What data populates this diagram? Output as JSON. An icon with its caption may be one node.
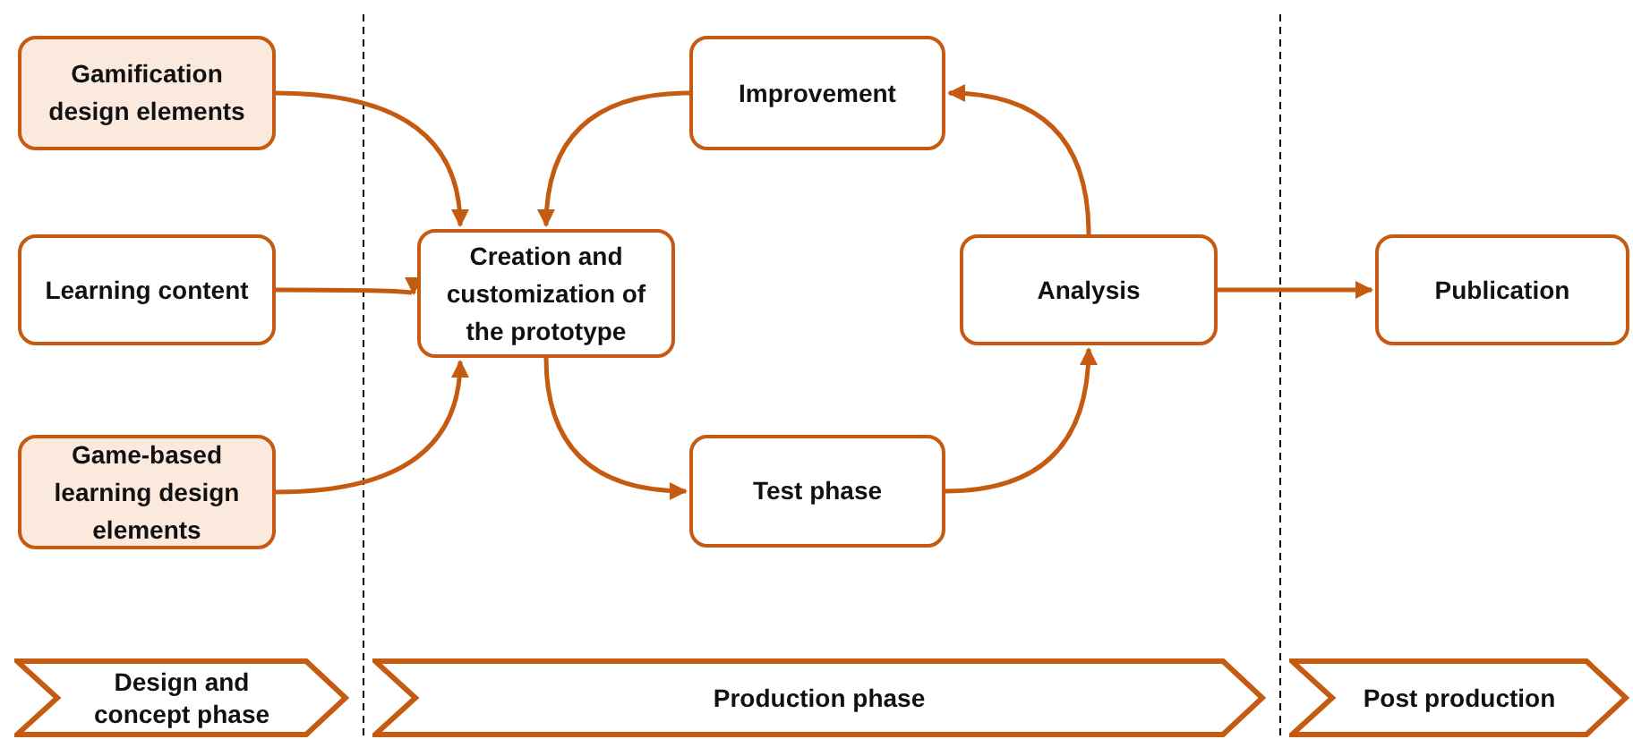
{
  "diagram": {
    "nodes": [
      {
        "text": [
          "Gamification design elements"
        ]
      },
      {
        "text": [
          "Learning content"
        ]
      },
      {
        "text": [
          "Game-based learning design elements"
        ]
      },
      {
        "text": [
          "Creation and customization of the prototype"
        ]
      },
      {
        "text": [
          "Improvement"
        ]
      },
      {
        "text": [
          "Test phase"
        ]
      },
      {
        "text": [
          "Analysis"
        ]
      },
      {
        "text": [
          "Publication"
        ]
      },
      {
        "text": [
          "Design and concept phase"
        ]
      },
      {
        "text": [
          "Production phase"
        ]
      },
      {
        "text": [
          "Post production"
        ]
      }
    ],
    "edges": [
      {
        "from": 0,
        "to": 3,
        "arrow": "to"
      },
      {
        "from": 1,
        "to": 3,
        "arrow": "to"
      },
      {
        "from": 2,
        "to": 3,
        "arrow": "to"
      },
      {
        "from": 4,
        "to": 3,
        "arrow": "to"
      },
      {
        "from": 3,
        "to": 5,
        "arrow": "to"
      },
      {
        "from": 5,
        "to": 6,
        "arrow": "to"
      },
      {
        "from": 6,
        "to": 4,
        "arrow": "to"
      },
      {
        "from": 6,
        "to": 7,
        "arrow": "to"
      }
    ]
  }
}
